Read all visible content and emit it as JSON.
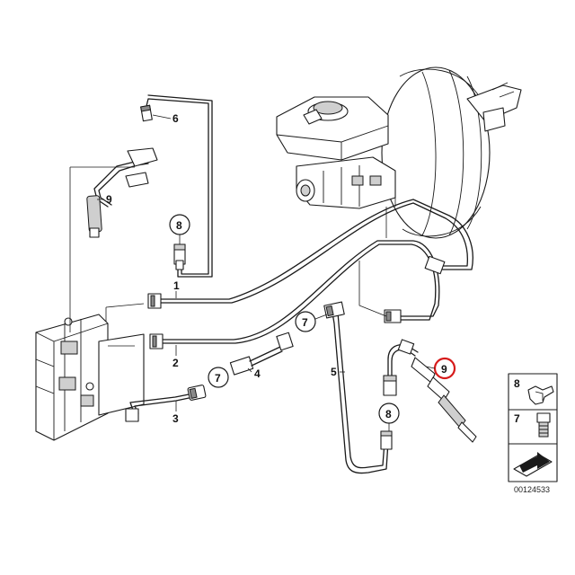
{
  "callouts": {
    "c1": "1",
    "c2": "2",
    "c3": "3",
    "c4": "4",
    "c5": "5",
    "c6": "6",
    "c7a": "7",
    "c7b": "7",
    "c8a": "8",
    "c8b": "8",
    "c9a": "9",
    "c9b": "9"
  },
  "highlighted_callout": "9",
  "highlight_color": "#d61a1a",
  "legend": {
    "items": [
      {
        "number": "8",
        "icon": "bracket-clip-icon"
      },
      {
        "number": "7",
        "icon": "connector-fitting-icon"
      },
      {
        "number": "",
        "icon": "arrow-reference-icon"
      }
    ]
  },
  "diagram_code": "00124533"
}
